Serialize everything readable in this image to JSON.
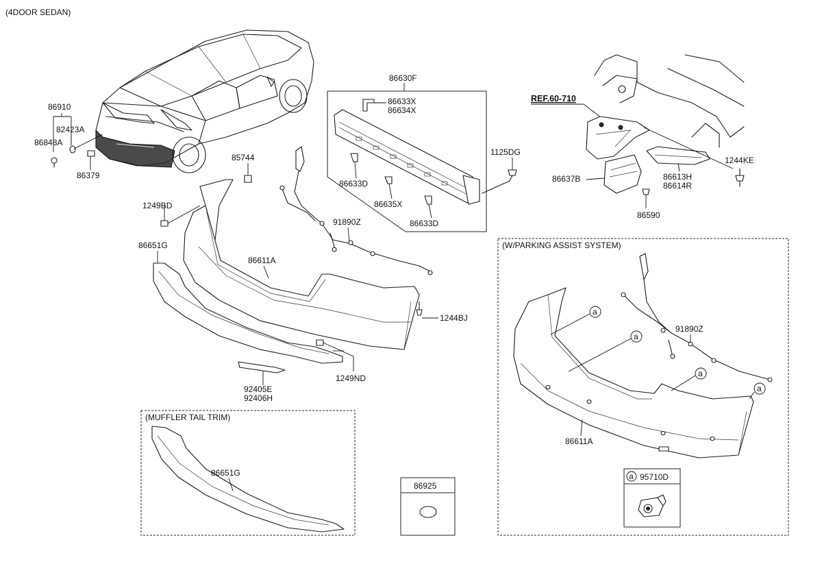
{
  "header": {
    "title": "(4DOOR SEDAN)"
  },
  "callouts": {
    "p86910": "86910",
    "p82423a": "82423A",
    "p86848a": "86848A",
    "p86379": "86379",
    "p86630f": "86630F",
    "p86633x": "86633X",
    "p86634x": "86634X",
    "p86633d_a": "86633D",
    "p86635x": "86635X",
    "p86633d_b": "86633D",
    "p1125dg": "1125DG",
    "p85744": "85744",
    "p1249bd": "1249BD",
    "p91890z": "91890Z",
    "p86651g": "86651G",
    "p86611a": "86611A",
    "p1244bj": "1244BJ",
    "p1249nd": "1249ND",
    "p92405e": "92405E",
    "p92406h": "92406H",
    "ref": "REF.60-710",
    "p86637b": "86637B",
    "p86613h": "86613H",
    "p86614r": "86614R",
    "p1244ke": "1244KE",
    "p86590": "86590"
  },
  "muffler_box": {
    "title": "(MUFFLER TAIL TRIM)",
    "part": "86651G"
  },
  "parking_box": {
    "title": "(W/PARKING ASSIST SYSTEM)",
    "wire": "91890Z",
    "bumper": "86611A",
    "marker": "a",
    "sensor_key": "a",
    "sensor_part": "95710D"
  },
  "emblem_box": {
    "part": "86925"
  }
}
